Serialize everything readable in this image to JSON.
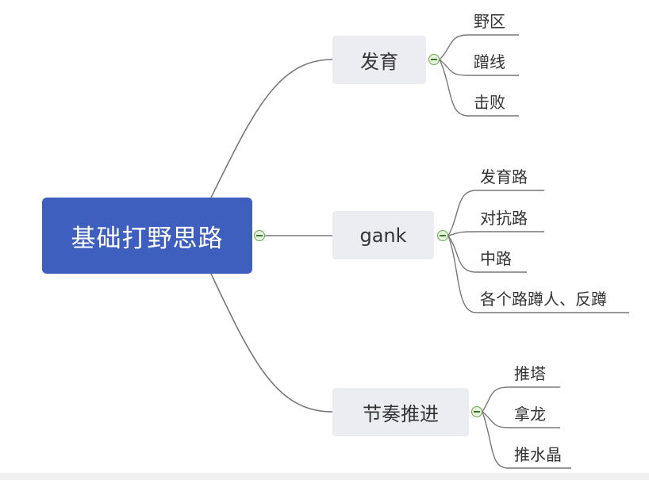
{
  "mindmap": {
    "root": {
      "label": "基础打野思路"
    },
    "branches": [
      {
        "label": "发育",
        "children": [
          "野区",
          "蹭线",
          "击败"
        ]
      },
      {
        "label": "gank",
        "children": [
          "发育路",
          "对抗路",
          "中路",
          "各个路蹲人、反蹲"
        ]
      },
      {
        "label": "节奏推进",
        "children": [
          "推塔",
          "拿龙",
          "推水晶"
        ]
      }
    ]
  },
  "colors": {
    "root_fill": "#3f5fbf",
    "branch_fill": "#ecedf2",
    "connector": "#777777",
    "toggle_border": "#6aa84f"
  }
}
